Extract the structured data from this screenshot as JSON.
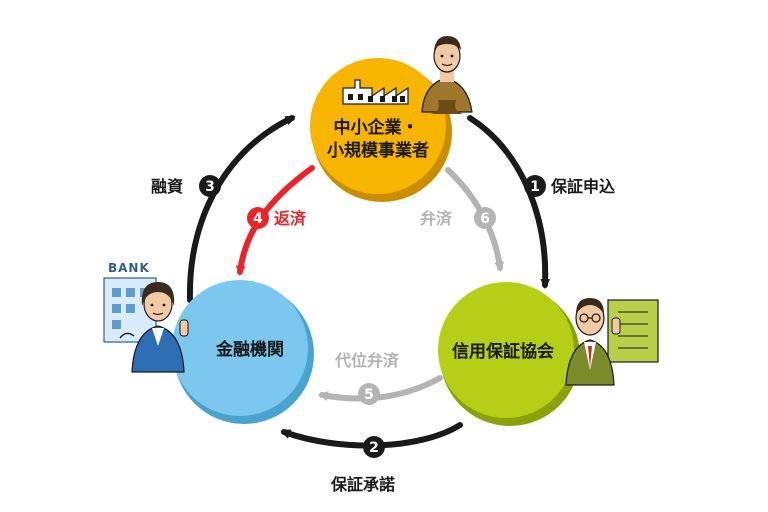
{
  "nodes": {
    "sme": {
      "label_line1": "中小企業・",
      "label_line2": "小規模事業者",
      "color": "#f7b500"
    },
    "guarantee": {
      "label": "信用保証協会",
      "color": "#b5cf16"
    },
    "bank": {
      "label": "金融機関",
      "color": "#7cc7ee"
    }
  },
  "edges": {
    "e1": {
      "number": "1",
      "label": "保証申込",
      "color": "#1a1a1a"
    },
    "e2": {
      "number": "2",
      "label": "保証承諾",
      "color": "#1a1a1a"
    },
    "e3": {
      "number": "3",
      "label": "融資",
      "color": "#1a1a1a"
    },
    "e4": {
      "number": "4",
      "label": "返済",
      "color": "#e8262a"
    },
    "e5": {
      "number": "5",
      "label": "代位弁済",
      "color": "#b4b4b4"
    },
    "e6": {
      "number": "6",
      "label": "弁済",
      "color": "#b4b4b4"
    }
  },
  "illustrations": {
    "bank_sign": "BANK"
  }
}
